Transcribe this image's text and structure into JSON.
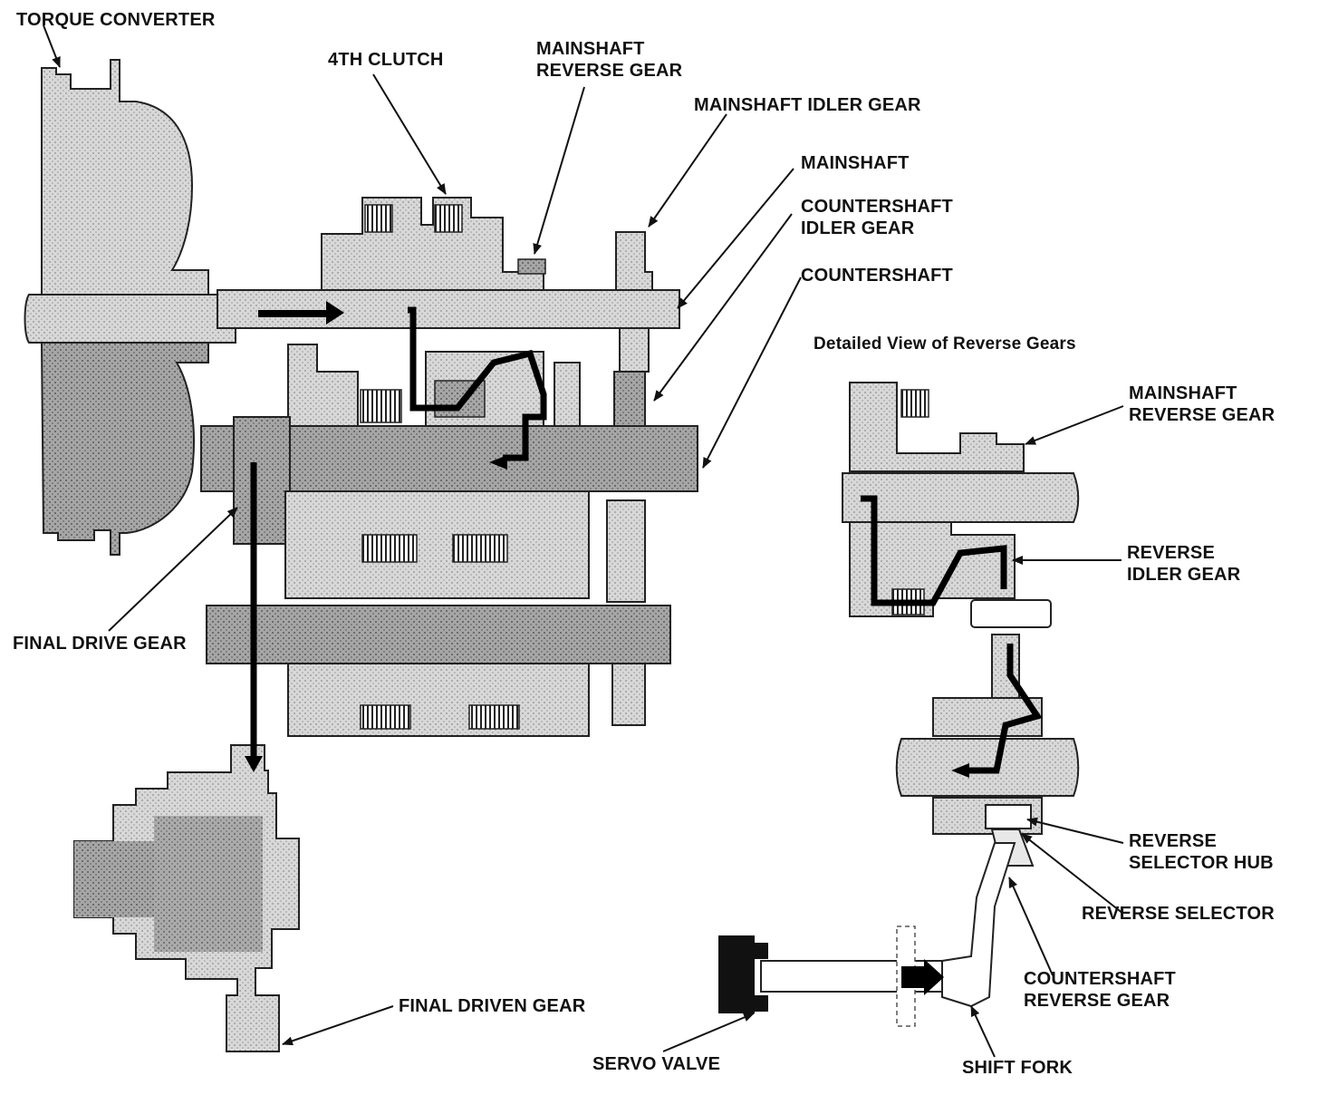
{
  "colors": {
    "ink": "#111111",
    "light": "#dedede",
    "mid": "#b8b8b8",
    "dark": "#8a8a8a",
    "flow": "#000000"
  },
  "labels": {
    "torque_converter": "TORQUE CONVERTER",
    "fourth_clutch": "4TH CLUTCH",
    "mainshaft_reverse_gear": [
      "MAINSHAFT",
      "REVERSE GEAR"
    ],
    "mainshaft_idler_gear": "MAINSHAFT IDLER GEAR",
    "mainshaft": "MAINSHAFT",
    "countershaft_idler_gear": [
      "COUNTERSHAFT",
      "IDLER GEAR"
    ],
    "countershaft": "COUNTERSHAFT",
    "final_drive_gear": "FINAL DRIVE GEAR",
    "final_driven_gear": "FINAL DRIVEN GEAR",
    "detail_caption": "Detailed View of Reverse Gears",
    "detail_mainshaft_reverse_gear": [
      "MAINSHAFT",
      "REVERSE GEAR"
    ],
    "reverse_idler_gear": [
      "REVERSE",
      "IDLER GEAR"
    ],
    "reverse_selector_hub": [
      "REVERSE",
      "SELECTOR HUB"
    ],
    "reverse_selector": "REVERSE SELECTOR",
    "countershaft_reverse_gear": [
      "COUNTERSHAFT",
      "REVERSE GEAR"
    ],
    "servo_valve": "SERVO VALVE",
    "shift_fork": "SHIFT FORK"
  }
}
